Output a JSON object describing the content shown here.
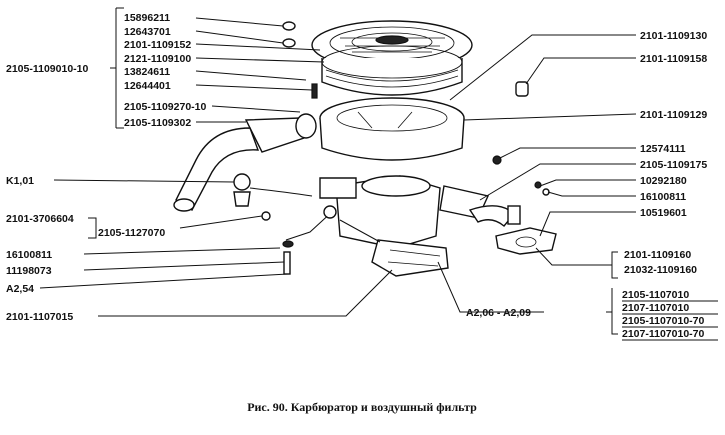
{
  "caption": "Рис. 90. Карбюратор и воздушный фильтр",
  "colors": {
    "ink": "#111111",
    "paper": "#ffffff"
  },
  "labels": {
    "l_15896211": "15896211",
    "l_12643701": "12643701",
    "l_2101_1109152": "2101-1109152",
    "l_2121_1109100": "2121-1109100",
    "l_13824611": "13824611",
    "l_12644401": "12644401",
    "l_2105_1109010_10": "2105-1109010-10",
    "l_2105_1109270_10": "2105-1109270-10",
    "l_2105_1109302": "2105-1109302",
    "l_k1_01": "K1,01",
    "l_2101_3706604": "2101-3706604",
    "l_2105_1127070": "2105-1127070",
    "l_16100811_left": "16100811",
    "l_11198073": "11198073",
    "l_a2_54": "A2,54",
    "l_2101_1107015": "2101-1107015",
    "l_2101_1109130": "2101-1109130",
    "l_2101_1109158": "2101-1109158",
    "l_2101_1109129": "2101-1109129",
    "l_12574111": "12574111",
    "l_2105_1109175": "2105-1109175",
    "l_10292180": "10292180",
    "l_16100811_right": "16100811",
    "l_10519601": "10519601",
    "l_2101_1109160": "2101-1109160",
    "l_21032_1109160": "21032-1109160",
    "l_a2_06_a2_09": "A2,06 - A2,09",
    "l_2105_1107010": "2105-1107010",
    "l_2107_1107010": "2107-1107010",
    "l_2105_1107010_70": "2105-1107010-70",
    "l_2107_1107010_70": "2107-1107010-70"
  }
}
